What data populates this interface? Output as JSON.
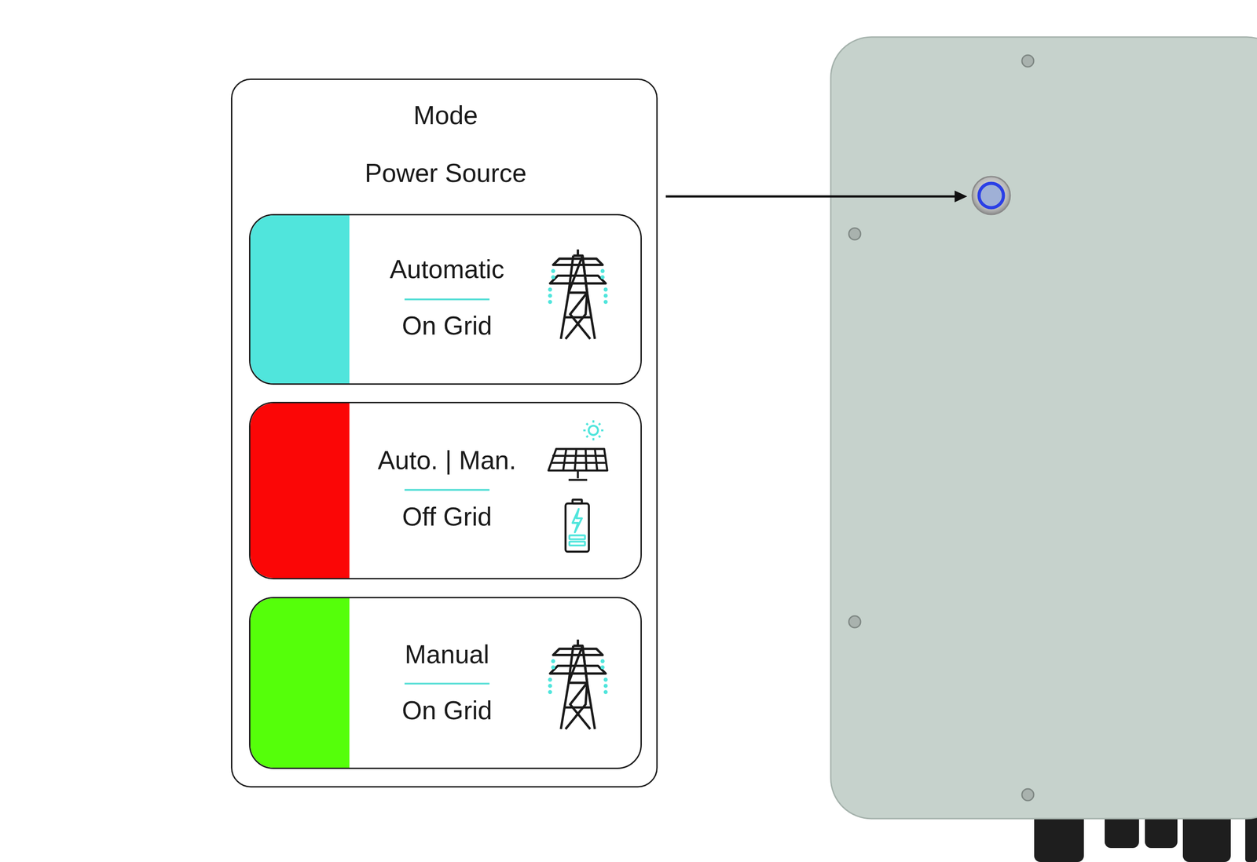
{
  "diagram": {
    "nodes": [
      {
        "text": [
          "Mode",
          "Power Source"
        ]
      },
      {
        "text": [
          "Automatic",
          "On Grid"
        ],
        "in": 0
      },
      {
        "text": [
          "Auto. | Man.",
          "Off Grid"
        ],
        "in": 0
      },
      {
        "text": [
          "Manual",
          "On Grid"
        ],
        "in": 0
      }
    ]
  }
}
